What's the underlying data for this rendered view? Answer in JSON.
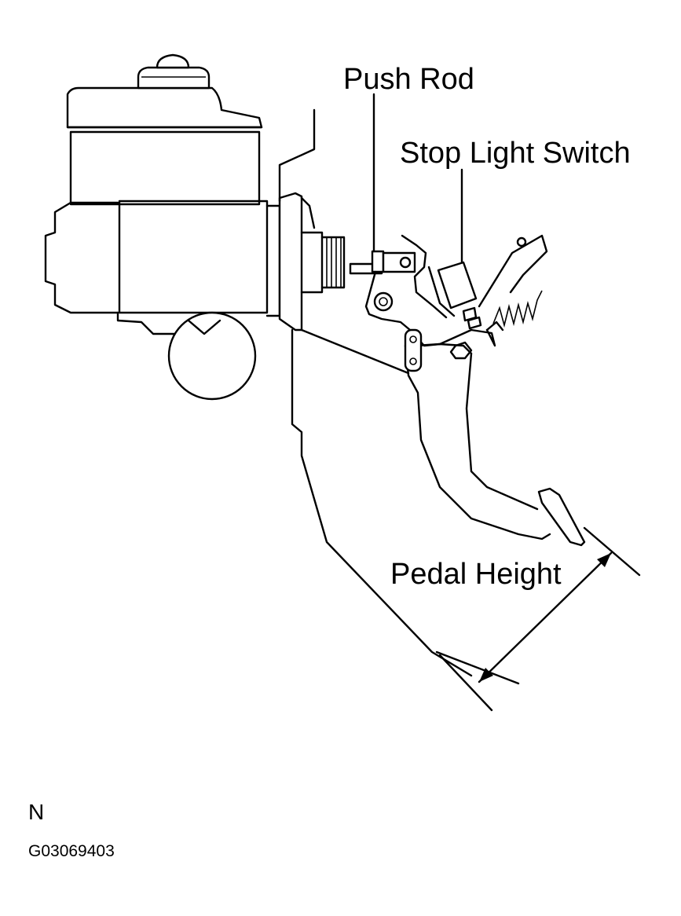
{
  "labels": {
    "push_rod": "Push Rod",
    "stop_light_switch": "Stop Light Switch",
    "pedal_height": "Pedal Height",
    "orientation": "N",
    "figure_code": "G03069403"
  },
  "colors": {
    "line": "#000000",
    "background": "#ffffff"
  }
}
